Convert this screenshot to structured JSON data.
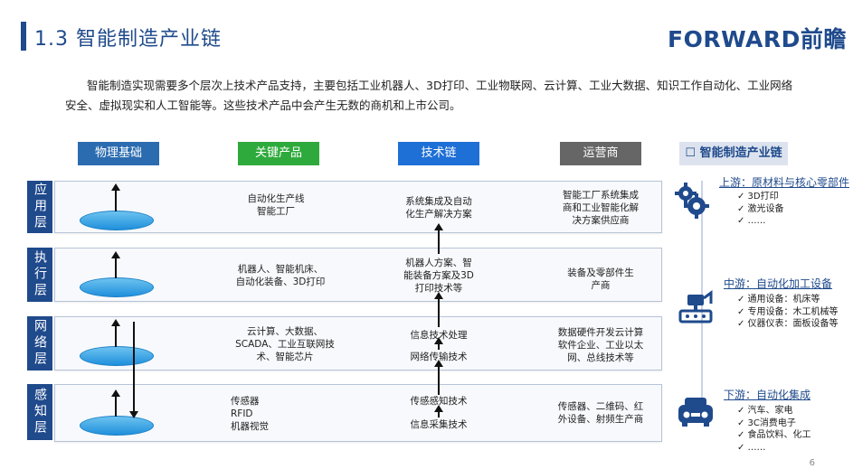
{
  "header": {
    "title": "1.3 智能制造产业链",
    "logo": "FORWARD前瞻"
  },
  "intro": "智能制造实现需要多个层次上技术产品支持，主要包括工业机器人、3D打印、工业物联网、云计算、工业大数据、知识工作自动化、工业网络安全、虚拟现实和人工智能等。这些技术产品中会产生无数的商机和上市公司。",
  "columns": [
    {
      "label": "物理基础",
      "color": "#2b6cb0"
    },
    {
      "label": "关键产品",
      "color": "#2eaa3c"
    },
    {
      "label": "技术链",
      "color": "#1e6fd6"
    },
    {
      "label": "运营商",
      "color": "#666666"
    }
  ],
  "chain_header": "智能制造产业链",
  "layers": [
    {
      "label": "应用层",
      "product": "自动化生产线\n智能工厂",
      "tech": "系统集成及自动\n化生产解决方案",
      "operator": "智能工厂系统集成\n商和工业智能化解\n决方案供应商"
    },
    {
      "label": "执行层",
      "product": "机器人、智能机床、\n自动化装备、3D打印",
      "tech": "机器人方案、智\n能装备方案及3D\n打印技术等",
      "operator": "装备及零部件生\n产商"
    },
    {
      "label": "网络层",
      "product": "云计算、大数据、\nSCADA、工业互联网技\n术、智能芯片",
      "tech_top": "信息技术处理",
      "tech_bottom": "网络传输技术",
      "operator": "数据硬件开发云计算\n软件企业、工业以太\n网、总线技术等"
    },
    {
      "label": "感知层",
      "product": "传感器\nRFID\n机器视觉",
      "tech_top": "传感感知技术",
      "tech_bottom": "信息采集技术",
      "operator": "传感器、二维码、红\n外设备、射频生产商"
    }
  ],
  "chain": [
    {
      "title": "上游：原材料与核心零部件",
      "icon": "gear-icon",
      "items": [
        "✓ 3D打印",
        "✓ 激光设备",
        "✓ ……"
      ]
    },
    {
      "title": "中游：自动化加工设备",
      "icon": "robot-arm-icon",
      "items": [
        "✓ 通用设备：机床等",
        "✓ 专用设备：木工机械等",
        "✓ 仪器仪表：面板设备等"
      ]
    },
    {
      "title": "下游：自动化集成",
      "icon": "car-icon",
      "items": [
        "✓ 汽车、家电",
        "✓ 3C消费电子",
        "✓ 食品饮料、化工",
        "✓ ……"
      ]
    }
  ],
  "page_number": "6"
}
